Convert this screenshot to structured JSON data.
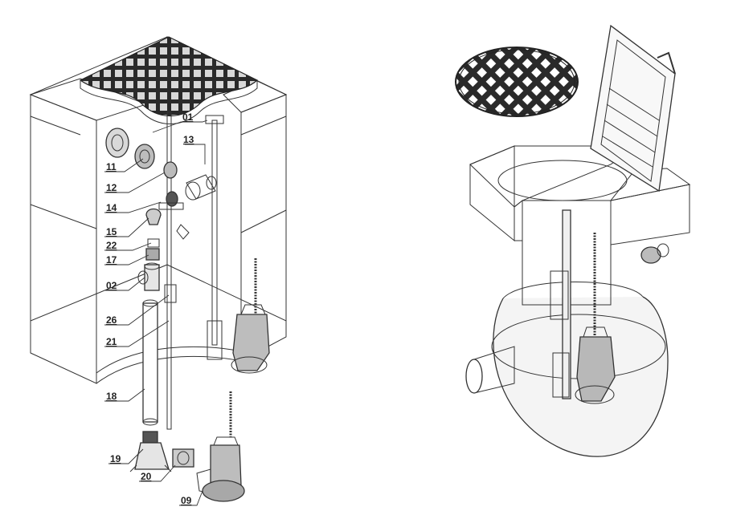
{
  "figure": {
    "left": {
      "callouts": [
        {
          "id": "c01",
          "text": "01"
        },
        {
          "id": "c13",
          "text": "13"
        },
        {
          "id": "c11",
          "text": "11"
        },
        {
          "id": "c12",
          "text": "12"
        },
        {
          "id": "c14",
          "text": "14"
        },
        {
          "id": "c15",
          "text": "15"
        },
        {
          "id": "c22",
          "text": "22"
        },
        {
          "id": "c17",
          "text": "17"
        },
        {
          "id": "c02",
          "text": "02"
        },
        {
          "id": "c26",
          "text": "26"
        },
        {
          "id": "c21",
          "text": "21"
        },
        {
          "id": "c18",
          "text": "18"
        },
        {
          "id": "c19",
          "text": "19"
        },
        {
          "id": "c20",
          "text": "20"
        },
        {
          "id": "c09",
          "text": "09"
        }
      ]
    }
  }
}
